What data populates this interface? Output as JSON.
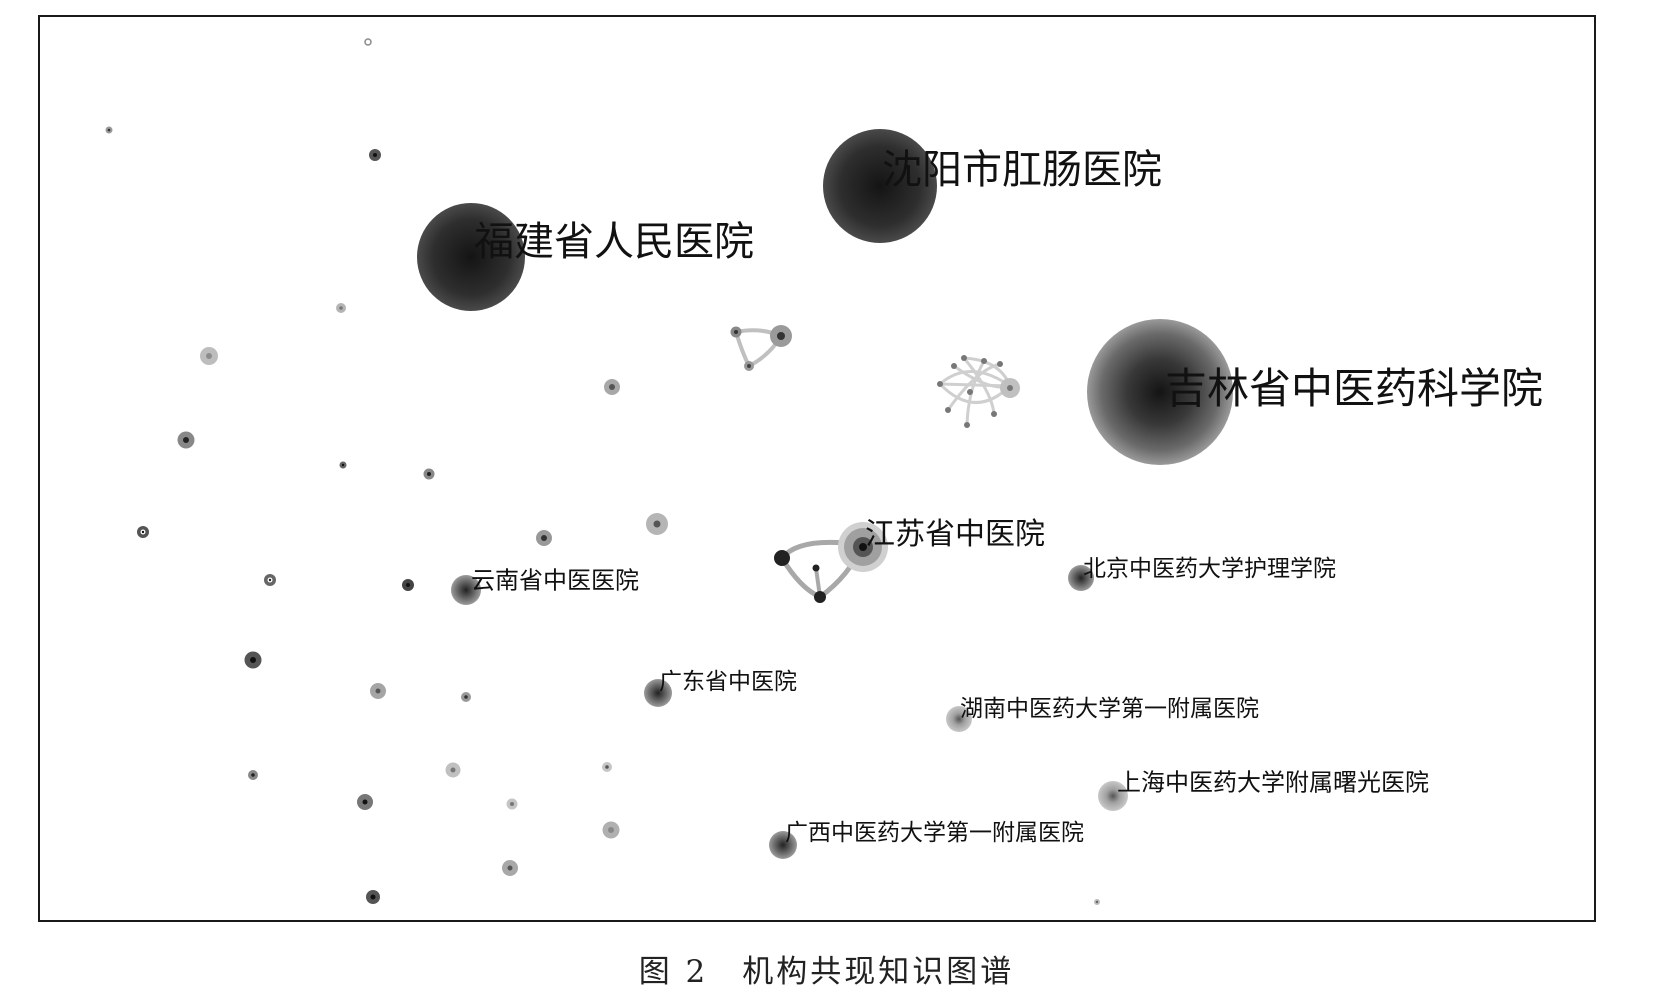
{
  "figure": {
    "caption": "图 2　机构共现知识图谱"
  },
  "colors": {
    "node_dark": "#1e1e1e",
    "node_mid": "#666666",
    "node_light": "#b8b8b8",
    "link": "#b0b0b0",
    "frame": "#1a1a1a"
  },
  "institutions": [
    {
      "id": "jilin",
      "label": "吉林省中医药科学院",
      "tier": 1
    },
    {
      "id": "shenyang",
      "label": "沈阳市肛肠医院",
      "tier": 1
    },
    {
      "id": "fujian",
      "label": "福建省人民医院",
      "tier": 1
    },
    {
      "id": "jiangsu",
      "label": "江苏省中医院",
      "tier": 2
    },
    {
      "id": "bucm_nursing",
      "label": "北京中医药大学护理学院",
      "tier": 3
    },
    {
      "id": "yunnan",
      "label": "云南省中医医院",
      "tier": 3
    },
    {
      "id": "guangdong",
      "label": "广东省中医院",
      "tier": 3
    },
    {
      "id": "hunan",
      "label": "湖南中医药大学第一附属医院",
      "tier": 3
    },
    {
      "id": "shanghai",
      "label": "上海中医药大学附属曙光医院",
      "tier": 3
    },
    {
      "id": "guangxi",
      "label": "广西中医药大学第一附属医院",
      "tier": 3
    }
  ]
}
